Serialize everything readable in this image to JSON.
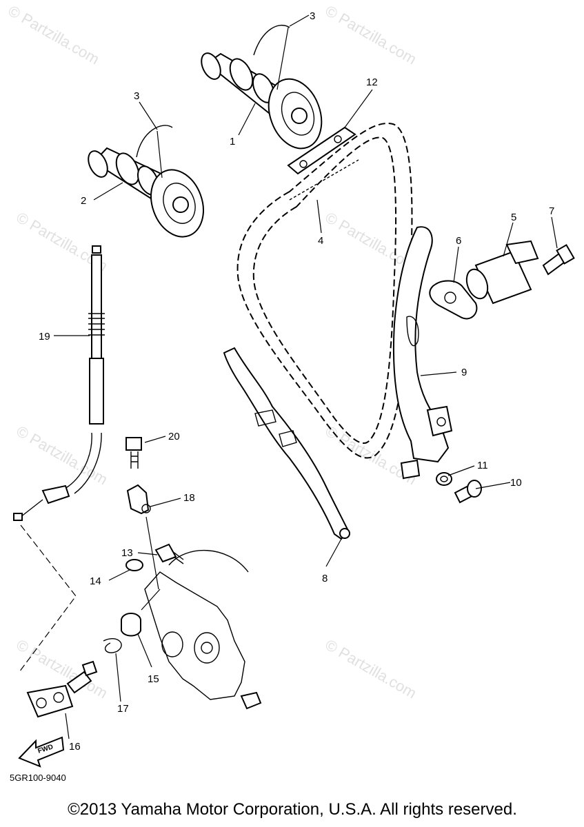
{
  "watermarks": [
    "© Partzilla.com",
    "© Partzilla.com",
    "© Partzilla.com",
    "© Partzilla.com",
    "© Partzilla.com",
    "© Partzilla.com",
    "© Partzilla.com",
    "© Partzilla.com"
  ],
  "callouts": [
    "1",
    "2",
    "3",
    "3",
    "4",
    "5",
    "6",
    "7",
    "8",
    "9",
    "10",
    "11",
    "12",
    "13",
    "14",
    "15",
    "16",
    "17",
    "18",
    "19",
    "20"
  ],
  "fwd_label": "FWD",
  "diagram_code": "5GR100-9040",
  "copyright": "©2013 Yamaha Motor Corporation, U.S.A. All rights reserved."
}
